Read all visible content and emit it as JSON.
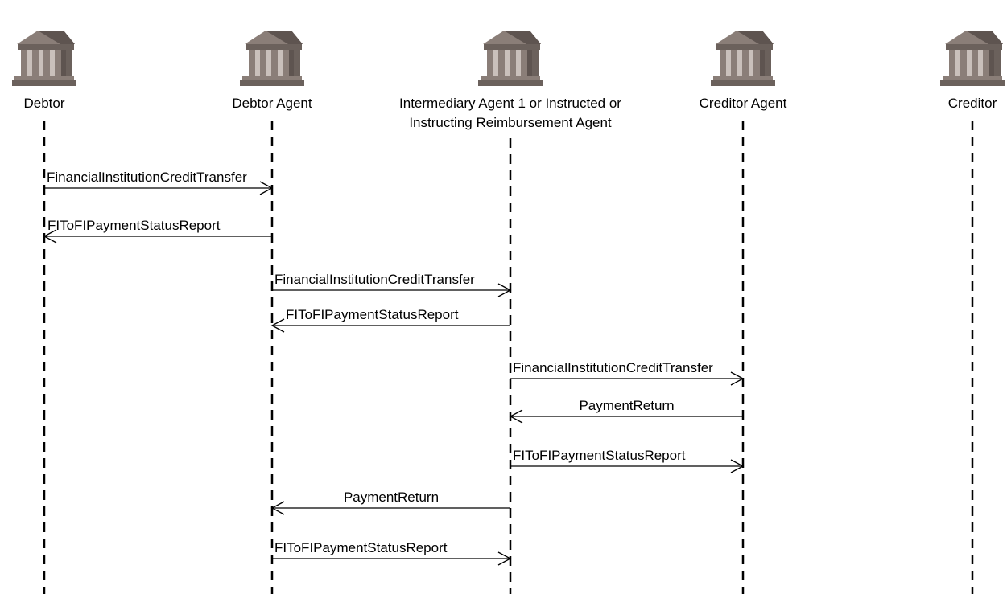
{
  "participants": [
    {
      "id": "debtor",
      "label_lines": [
        "Debtor"
      ],
      "icon": "bank-building-icon"
    },
    {
      "id": "debtor_agent",
      "label_lines": [
        "Debtor Agent"
      ],
      "icon": "bank-building-icon"
    },
    {
      "id": "intermediary",
      "label_lines": [
        "Intermediary Agent 1 or Instructed or",
        "Instructing Reimbursement Agent"
      ],
      "icon": "bank-building-icon"
    },
    {
      "id": "creditor_agent",
      "label_lines": [
        "Creditor Agent"
      ],
      "icon": "bank-building-icon"
    },
    {
      "id": "creditor",
      "label_lines": [
        "Creditor"
      ],
      "icon": "bank-building-icon"
    }
  ],
  "messages": [
    {
      "from": "debtor",
      "to": "debtor_agent",
      "label": "FinancialInstitutionCreditTransfer"
    },
    {
      "from": "debtor_agent",
      "to": "debtor",
      "label": "FIToFIPaymentStatusReport"
    },
    {
      "from": "debtor_agent",
      "to": "intermediary",
      "label": "FinancialInstitutionCreditTransfer"
    },
    {
      "from": "intermediary",
      "to": "debtor_agent",
      "label": "FIToFIPaymentStatusReport"
    },
    {
      "from": "intermediary",
      "to": "creditor_agent",
      "label": "FinancialInstitutionCreditTransfer"
    },
    {
      "from": "creditor_agent",
      "to": "intermediary",
      "label": "PaymentReturn"
    },
    {
      "from": "intermediary",
      "to": "creditor_agent",
      "label": "FIToFIPaymentStatusReport"
    },
    {
      "from": "intermediary",
      "to": "debtor_agent",
      "label": "PaymentReturn"
    },
    {
      "from": "debtor_agent",
      "to": "intermediary",
      "label": "FIToFIPaymentStatusReport"
    }
  ],
  "colors": {
    "icon_fill": "#8a7e78",
    "icon_dark": "#5e5450",
    "icon_light": "#c9c0bb",
    "line": "#000000"
  }
}
